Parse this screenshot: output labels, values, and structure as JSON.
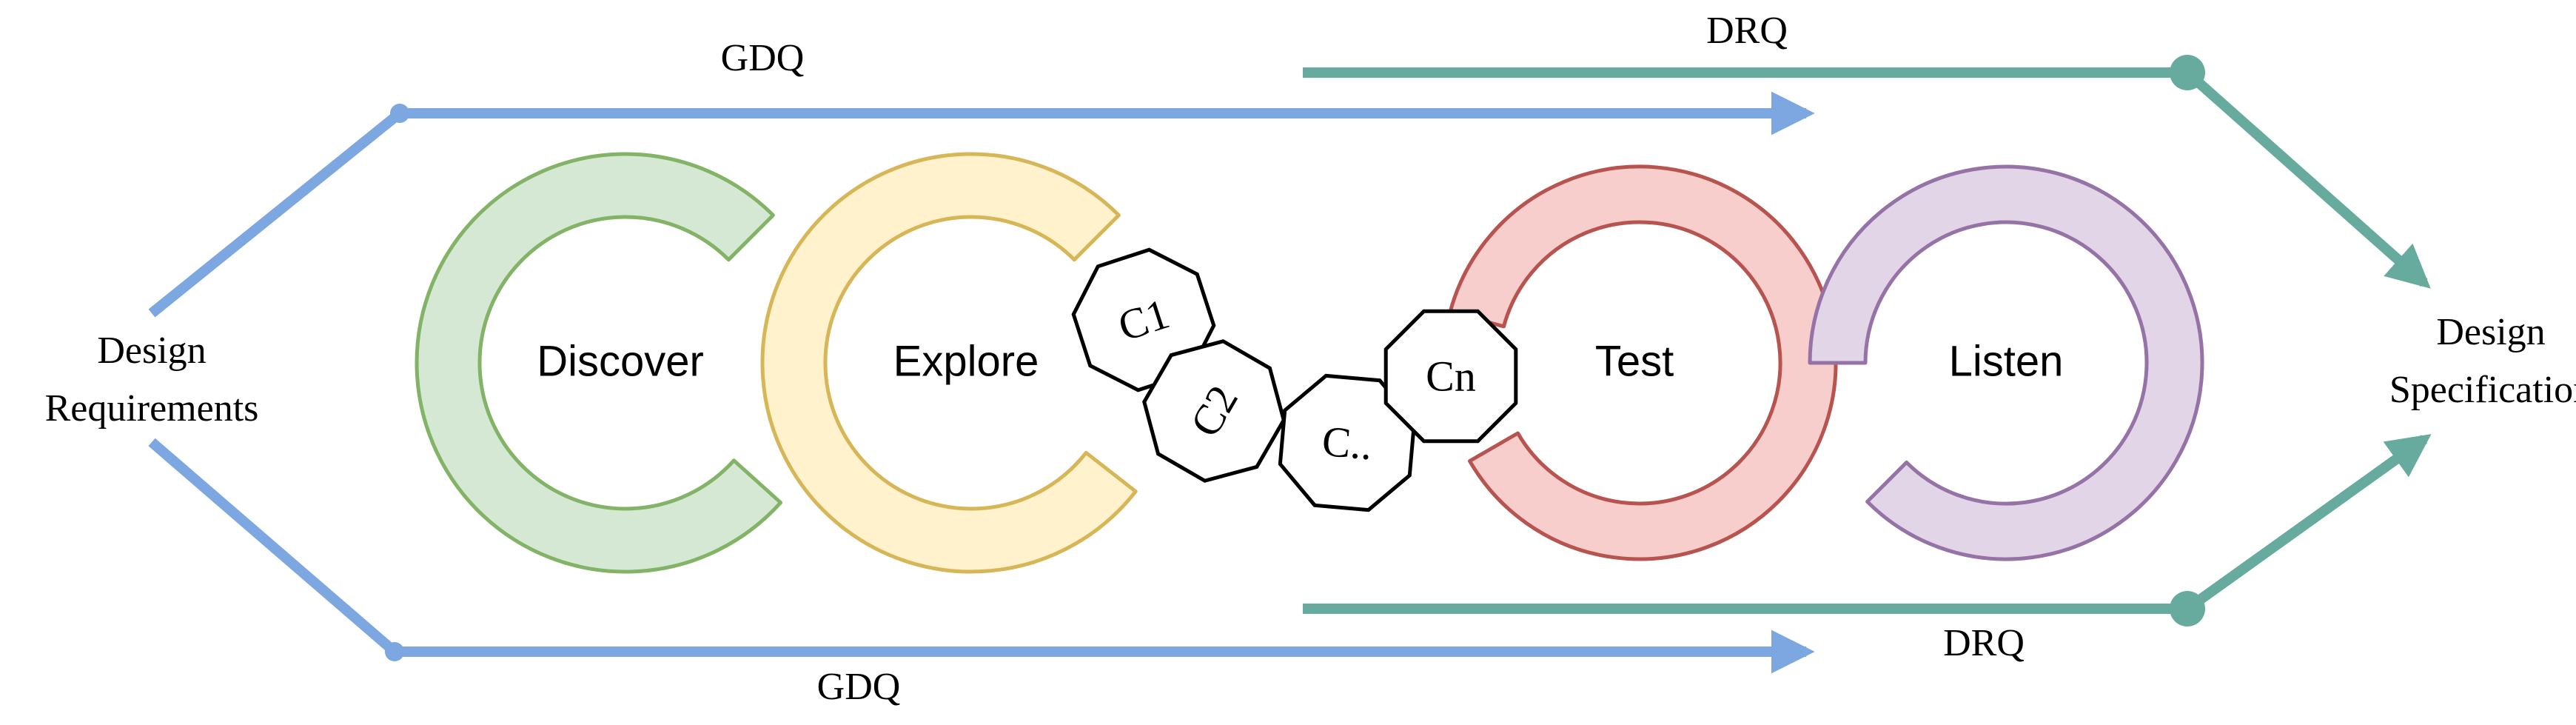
{
  "left_label": {
    "line1": "Design",
    "line2": "Requirements"
  },
  "right_label": {
    "line1": "Design",
    "line2": "Specification"
  },
  "top_gdq": "GDQ",
  "bottom_gdq": "GDQ",
  "top_drq": "DRQ",
  "bottom_drq": "DRQ",
  "stages": {
    "discover": "Discover",
    "explore": "Explore",
    "test": "Test",
    "listen": "Listen"
  },
  "concepts": {
    "c1": "C1",
    "c2": "C2",
    "cdots": "C..",
    "cn": "Cn"
  },
  "colors": {
    "gdq_arrow": "#7da7e0",
    "drq_arrow": "#67ab9f",
    "discover_fill": "#d5e8d4",
    "discover_stroke": "#82b366",
    "explore_fill": "#fff2cc",
    "explore_stroke": "#d6b656",
    "test_fill": "#f8cecc",
    "test_stroke": "#b85450",
    "listen_fill": "#e1d5e7",
    "listen_stroke": "#9673a6"
  }
}
